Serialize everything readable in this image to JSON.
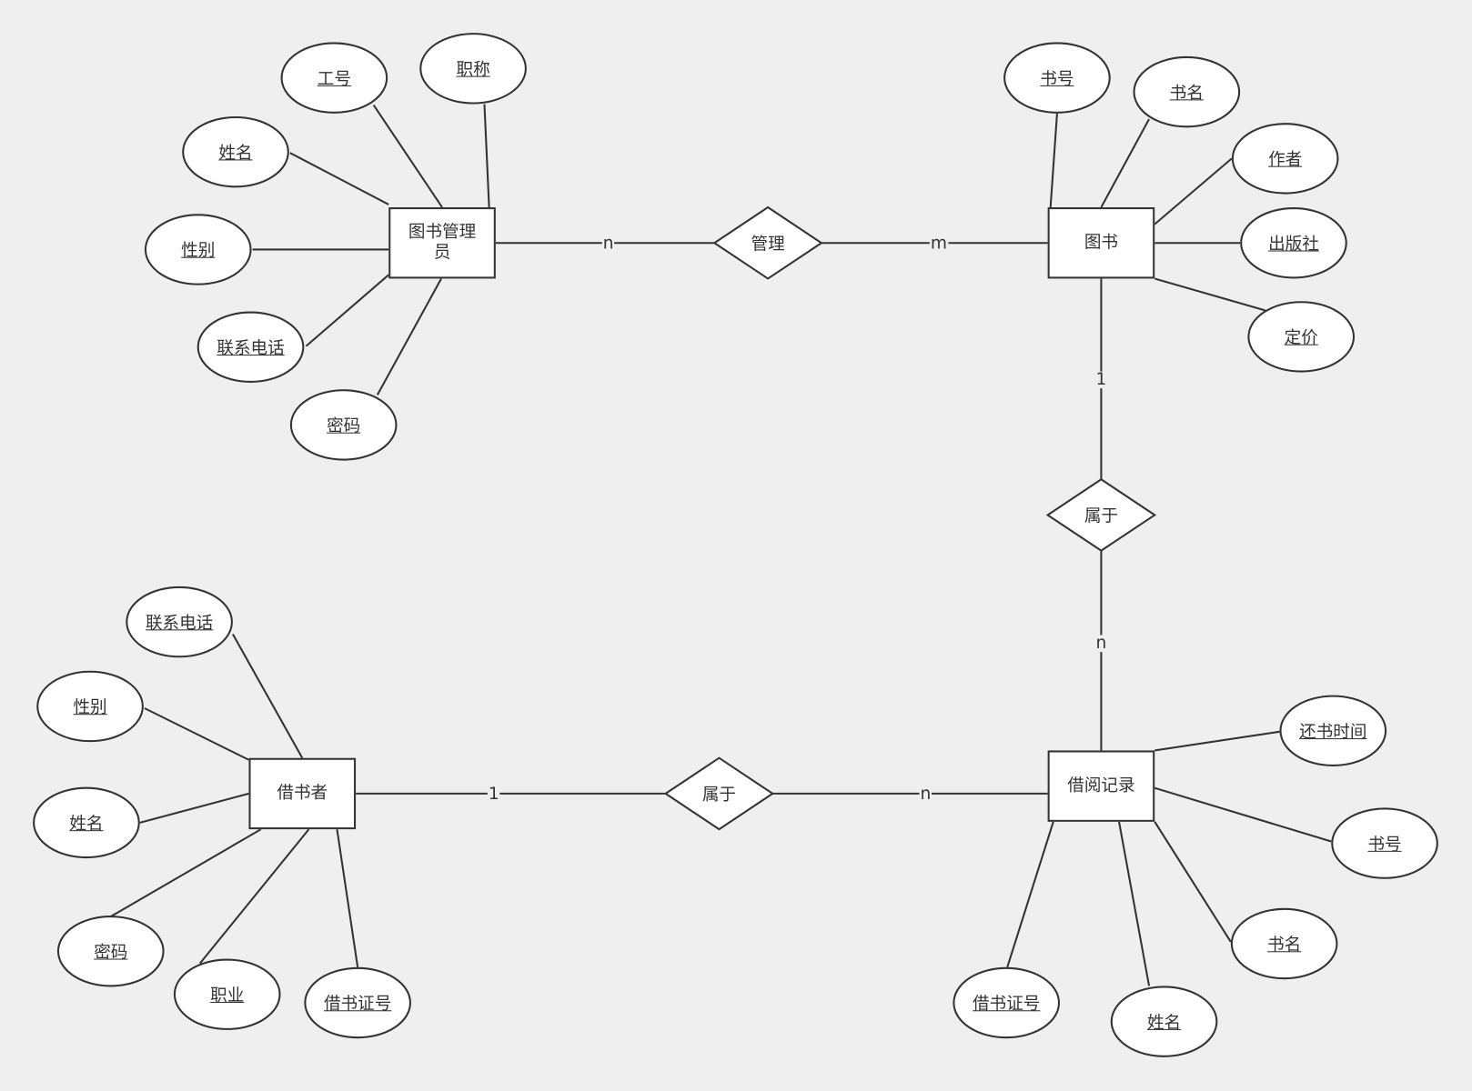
{
  "entities": {
    "librarian": "图书管理员",
    "book": "图书",
    "borrower": "借书者",
    "record": "借阅记录"
  },
  "relationships": {
    "manage": "管理",
    "book_record": "属于",
    "borrower_record": "属于"
  },
  "attributes": {
    "librarian": [
      "工号",
      "职称",
      "姓名",
      "性别",
      "联系电话",
      "密码"
    ],
    "book": [
      "书号",
      "书名",
      "作者",
      "出版社",
      "定价"
    ],
    "borrower": [
      "联系电话",
      "性别",
      "姓名",
      "密码",
      "职业",
      "借书证号"
    ],
    "record": [
      "还书时间",
      "书号",
      "书名",
      "姓名",
      "借书证号"
    ]
  },
  "cardinalities": {
    "librarian_manage": "n",
    "book_manage": "m",
    "book_belongs": "1",
    "record_belongs_top": "n",
    "borrower_belongs": "1",
    "record_belongs_bottom": "n"
  },
  "colors": {
    "background": "#efefef",
    "stroke": "#333333",
    "fill": "#ffffff"
  }
}
